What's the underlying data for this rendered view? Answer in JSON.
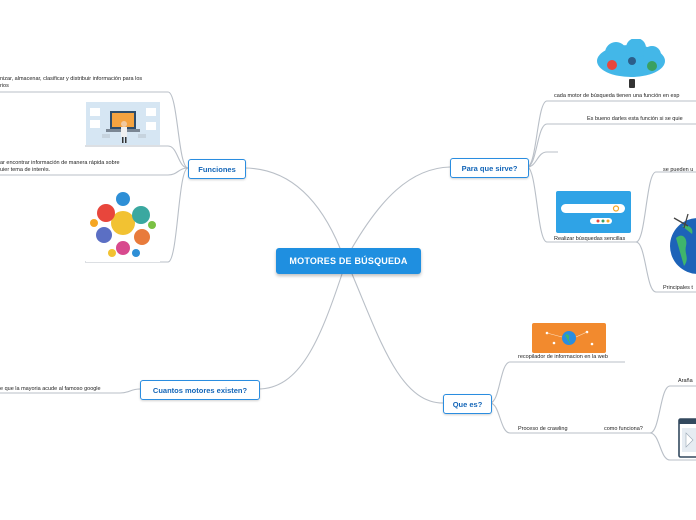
{
  "root": {
    "label": "MOTORES DE BÚSQUEDA"
  },
  "branches": {
    "funciones": "Funciones",
    "para_que": "Para que sirve?",
    "cuantos": "Cuantos motores existen?",
    "que_es": "Que es?"
  },
  "funciones_items": {
    "item1_line1": "nizar, almacenar, clasificar y distribuir información para los",
    "item1_line2": "rios",
    "item2_line1": "ar encontrar información de manera rápida sobre",
    "item2_line2": "uier tema de interés."
  },
  "para_que_items": {
    "item1": "cada motor de búsqueda tienen una función en esp",
    "item2": "Es bueno darles esta función si se quie",
    "item3": "Realizar búsquedas sencillas",
    "item4": "se pueden u",
    "item5": "Principales t"
  },
  "cuantos_items": {
    "item1": "e que la mayoria acude al famoso google"
  },
  "que_es_items": {
    "item1": "recopilador de informacion en la web",
    "item2": "Proceso de crawling",
    "item3": "como funciona?",
    "item4": "Araña"
  },
  "colors": {
    "accent": "#1f8fe0",
    "link": "#b9bfc7"
  },
  "icons": [
    "cloud-network-icon",
    "search-bar-icon",
    "globe-icon",
    "browser-window-icon",
    "laptop-person-icon",
    "idea-circles-icon",
    "globe-banner-icon"
  ]
}
